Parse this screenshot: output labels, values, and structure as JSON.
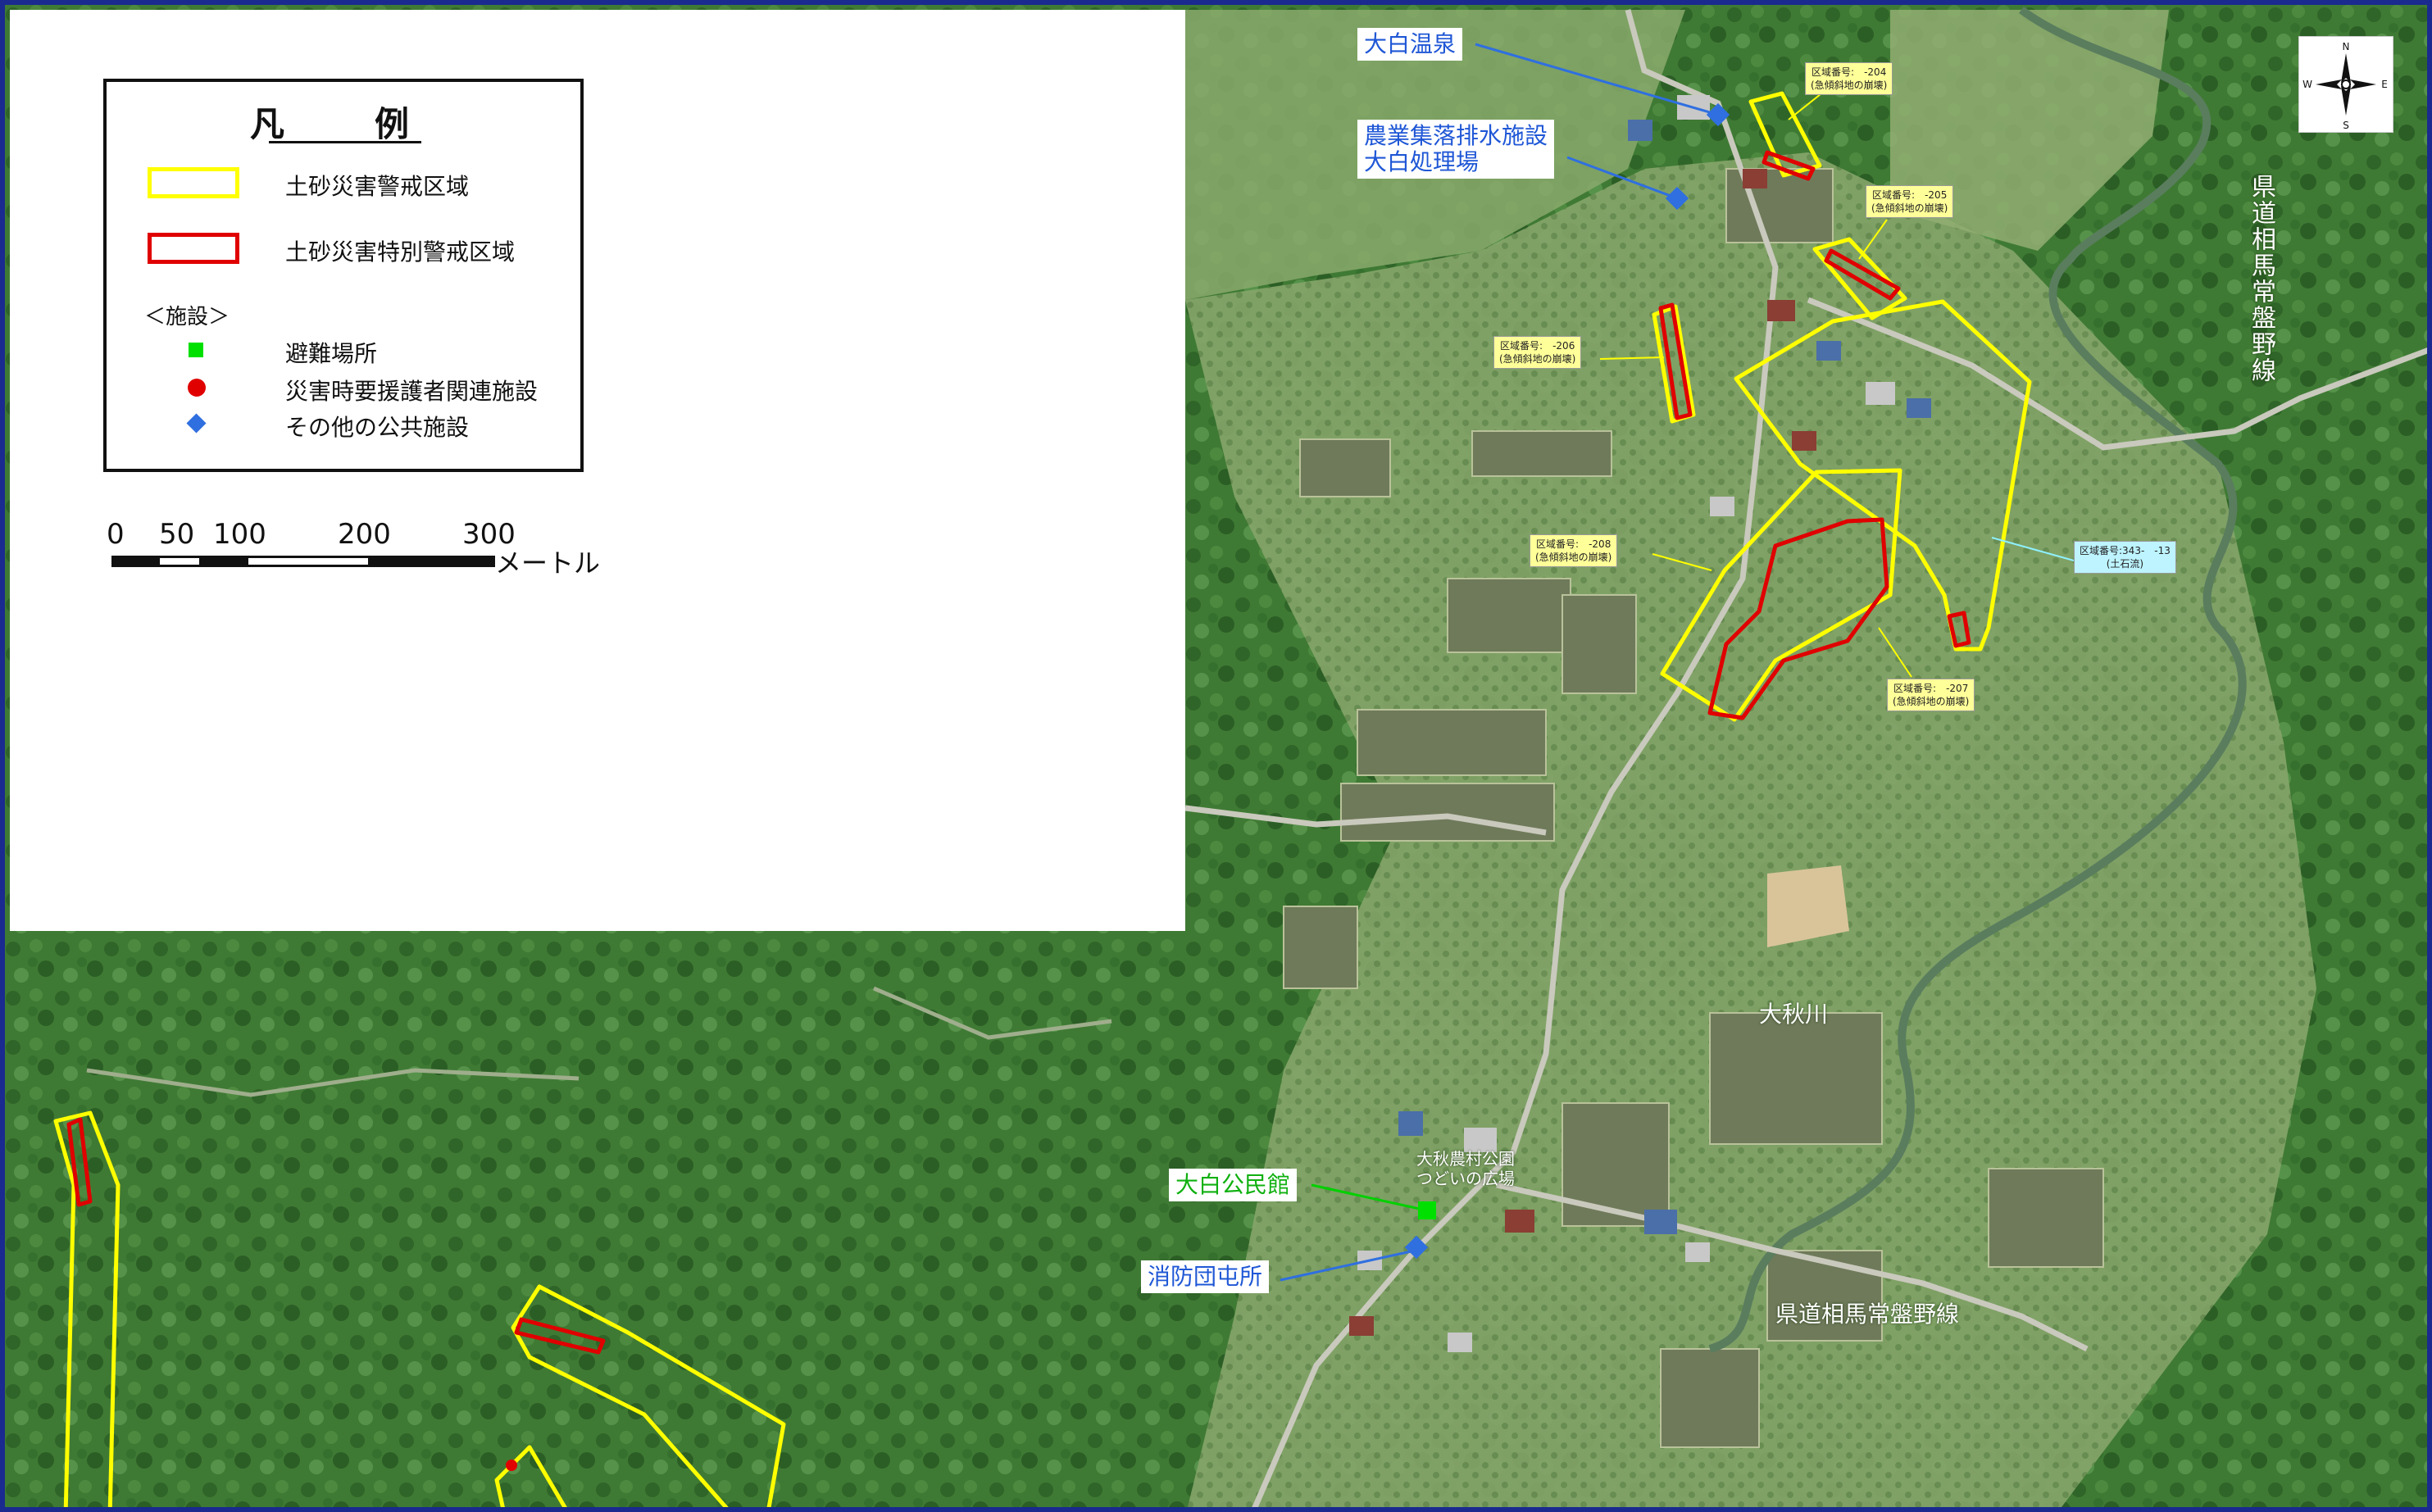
{
  "legend": {
    "title": "凡　例",
    "items": [
      {
        "label": "土砂災害警戒区域",
        "color": "#ffff00"
      },
      {
        "label": "土砂災害特別警戒区域",
        "color": "#e00000"
      }
    ],
    "facilities_header": "＜施設＞",
    "facilities": [
      {
        "label": "避難場所",
        "color": "#00e000",
        "shape": "square"
      },
      {
        "label": "災害時要援護者関連施設",
        "color": "#e00000",
        "shape": "circle"
      },
      {
        "label": "その他の公共施設",
        "color": "#2f6fe0",
        "shape": "diamond"
      }
    ]
  },
  "scale": {
    "ticks": [
      "0",
      "50",
      "100",
      "200",
      "300"
    ],
    "unit": "メートル"
  },
  "facilities_on_map": {
    "onsen": "大白温泉",
    "drainage": "農業集落排水施設\n大白処理場",
    "kominkan": "大白公民館",
    "fire_station": "消防団屯所"
  },
  "zones": [
    {
      "id": "204",
      "no": "区域番号:　-204",
      "type": "(急傾斜地の崩壊)"
    },
    {
      "id": "205",
      "no": "区域番号:　-205",
      "type": "(急傾斜地の崩壊)"
    },
    {
      "id": "206",
      "no": "区域番号:　-206",
      "type": "(急傾斜地の崩壊)"
    },
    {
      "id": "208",
      "no": "区域番号:　-208",
      "type": "(急傾斜地の崩壊)"
    },
    {
      "id": "207",
      "no": "区域番号:　-207",
      "type": "(急傾斜地の崩壊)"
    },
    {
      "id": "343-13",
      "no": "区域番号:343-　-13",
      "type": "(土石流)"
    }
  ],
  "places": {
    "river": "大秋川",
    "road_bottom": "県道相馬常盤野線",
    "road_vertical": "県道相馬常盤野線",
    "park": "大秋農村公園\nつどいの広場"
  },
  "compass": {
    "n": "N",
    "s": "S",
    "e": "E",
    "w": "W"
  },
  "colors": {
    "warning_zone": "#ffff00",
    "special_zone": "#e00000",
    "evacuation": "#00e000",
    "public_facility": "#2f6fe0",
    "border": "#1a2a8f"
  }
}
